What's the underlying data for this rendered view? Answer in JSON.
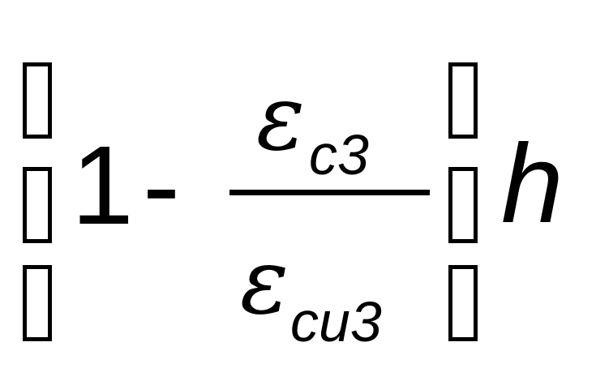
{
  "equation": {
    "one": "1",
    "minus": "-",
    "numerator_symbol": "ε",
    "numerator_subscript": "c3",
    "denominator_symbol": "ε",
    "denominator_subscript": "cu3",
    "variable": "h"
  }
}
